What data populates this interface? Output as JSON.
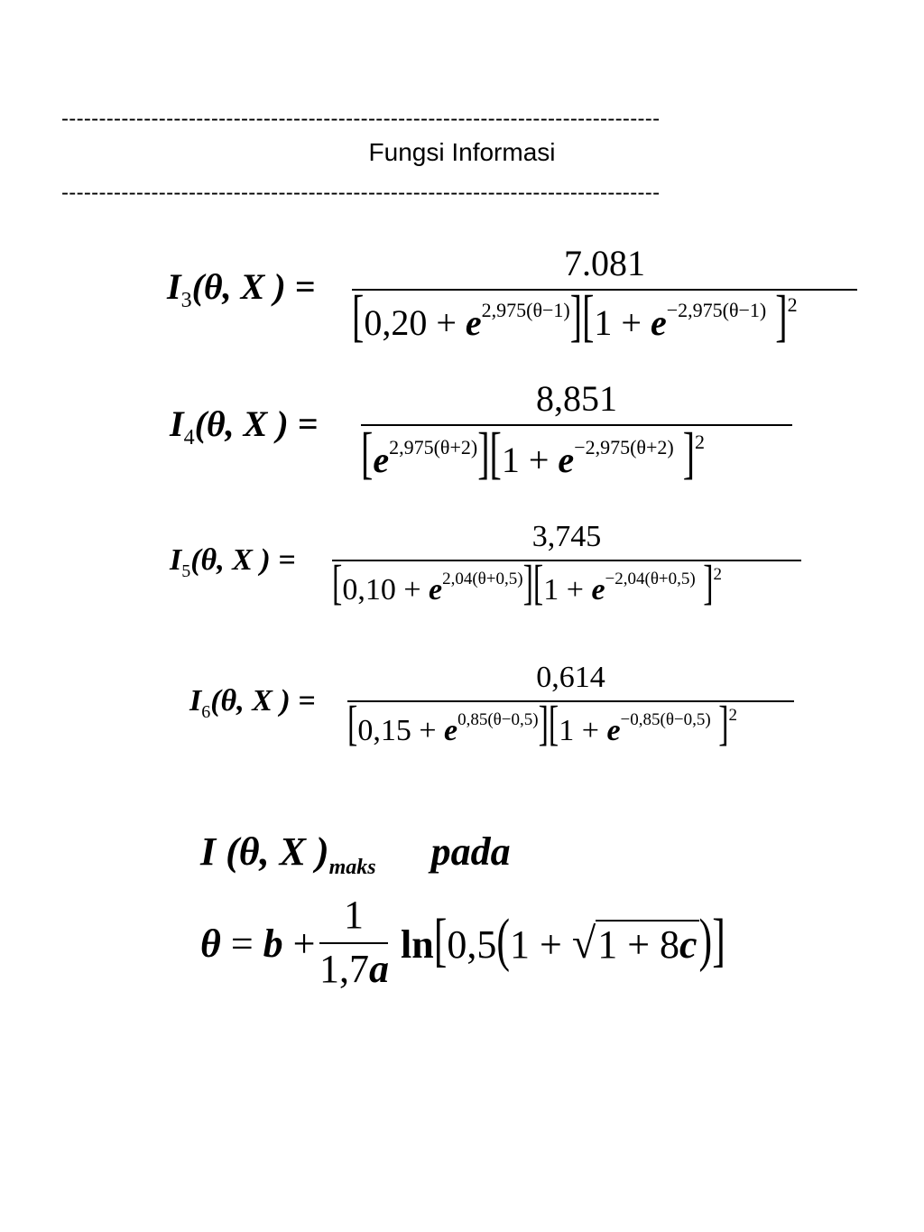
{
  "header": {
    "rule": "--------------------------------------------------------------------------------",
    "title": "Fungsi Informasi"
  },
  "equations": [
    {
      "label": "I3",
      "sub": "3",
      "args": "(θ, X ) =",
      "numerator": "7.081",
      "denominator": {
        "c": "0,20",
        "exp1": "2,975(θ−1)",
        "exp2": "−2,975(θ−1)",
        "power": "2"
      }
    },
    {
      "label": "I4",
      "sub": "4",
      "args": "(θ, X ) =",
      "numerator": "8,851",
      "denominator": {
        "c": "",
        "exp1": "2,975(θ+2)",
        "exp2": "−2,975(θ+2)",
        "power": "2"
      }
    },
    {
      "label": "I5",
      "sub": "5",
      "args": "(θ, X ) =",
      "numerator": "3,745",
      "denominator": {
        "c": "0,10",
        "exp1": "2,04(θ+0,5)",
        "exp2": "−2,04(θ+0,5)",
        "power": "2"
      }
    },
    {
      "label": "I6",
      "sub": "6",
      "args": "(θ, X ) =",
      "numerator": "0,614",
      "denominator": {
        "c": "0,15",
        "exp1": "0,85(θ−0,5)",
        "exp2": "−0,85(θ−0,5)",
        "power": "2"
      }
    }
  ],
  "max": {
    "lhs": "I (θ, X )",
    "sub": "maks",
    "word": "pada",
    "theta_eq": "θ = b +",
    "frac_num": "1",
    "frac_den": "1,7a",
    "ln": "ln",
    "inner": "0,5",
    "one_plus": "1 +",
    "sqrt_body": "1 + 8c"
  }
}
